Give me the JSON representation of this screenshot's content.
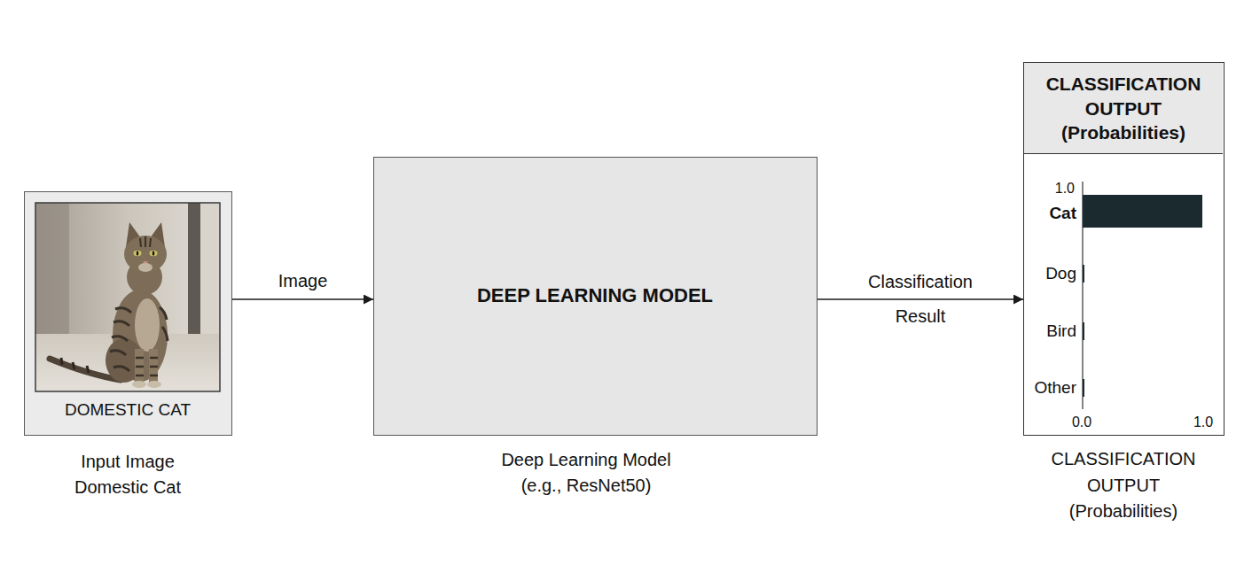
{
  "diagram": {
    "nodes": [
      {
        "text": [
          "DOMESTIC CAT",
          "Input Image Domestic Cat"
        ]
      },
      {
        "text": [
          "DEEP LEARNING MODEL",
          "Deep Learning Model (e.g., ResNet50)"
        ]
      },
      {
        "text": [
          "CLASSIFICATION OUTPUT (Probabilities)",
          "CLASSIFICATION OUTPUT (Probabilities)"
        ]
      }
    ],
    "edges": [
      {
        "from": 0,
        "to": 1,
        "arrow": "to",
        "label": "Image"
      },
      {
        "from": 1,
        "to": 2,
        "arrow": "to",
        "label": "Classification Result"
      }
    ],
    "labels": [
      "1.0",
      "Cat",
      "Dog",
      "Bird",
      "Other",
      "0.0",
      "1.0"
    ]
  }
}
